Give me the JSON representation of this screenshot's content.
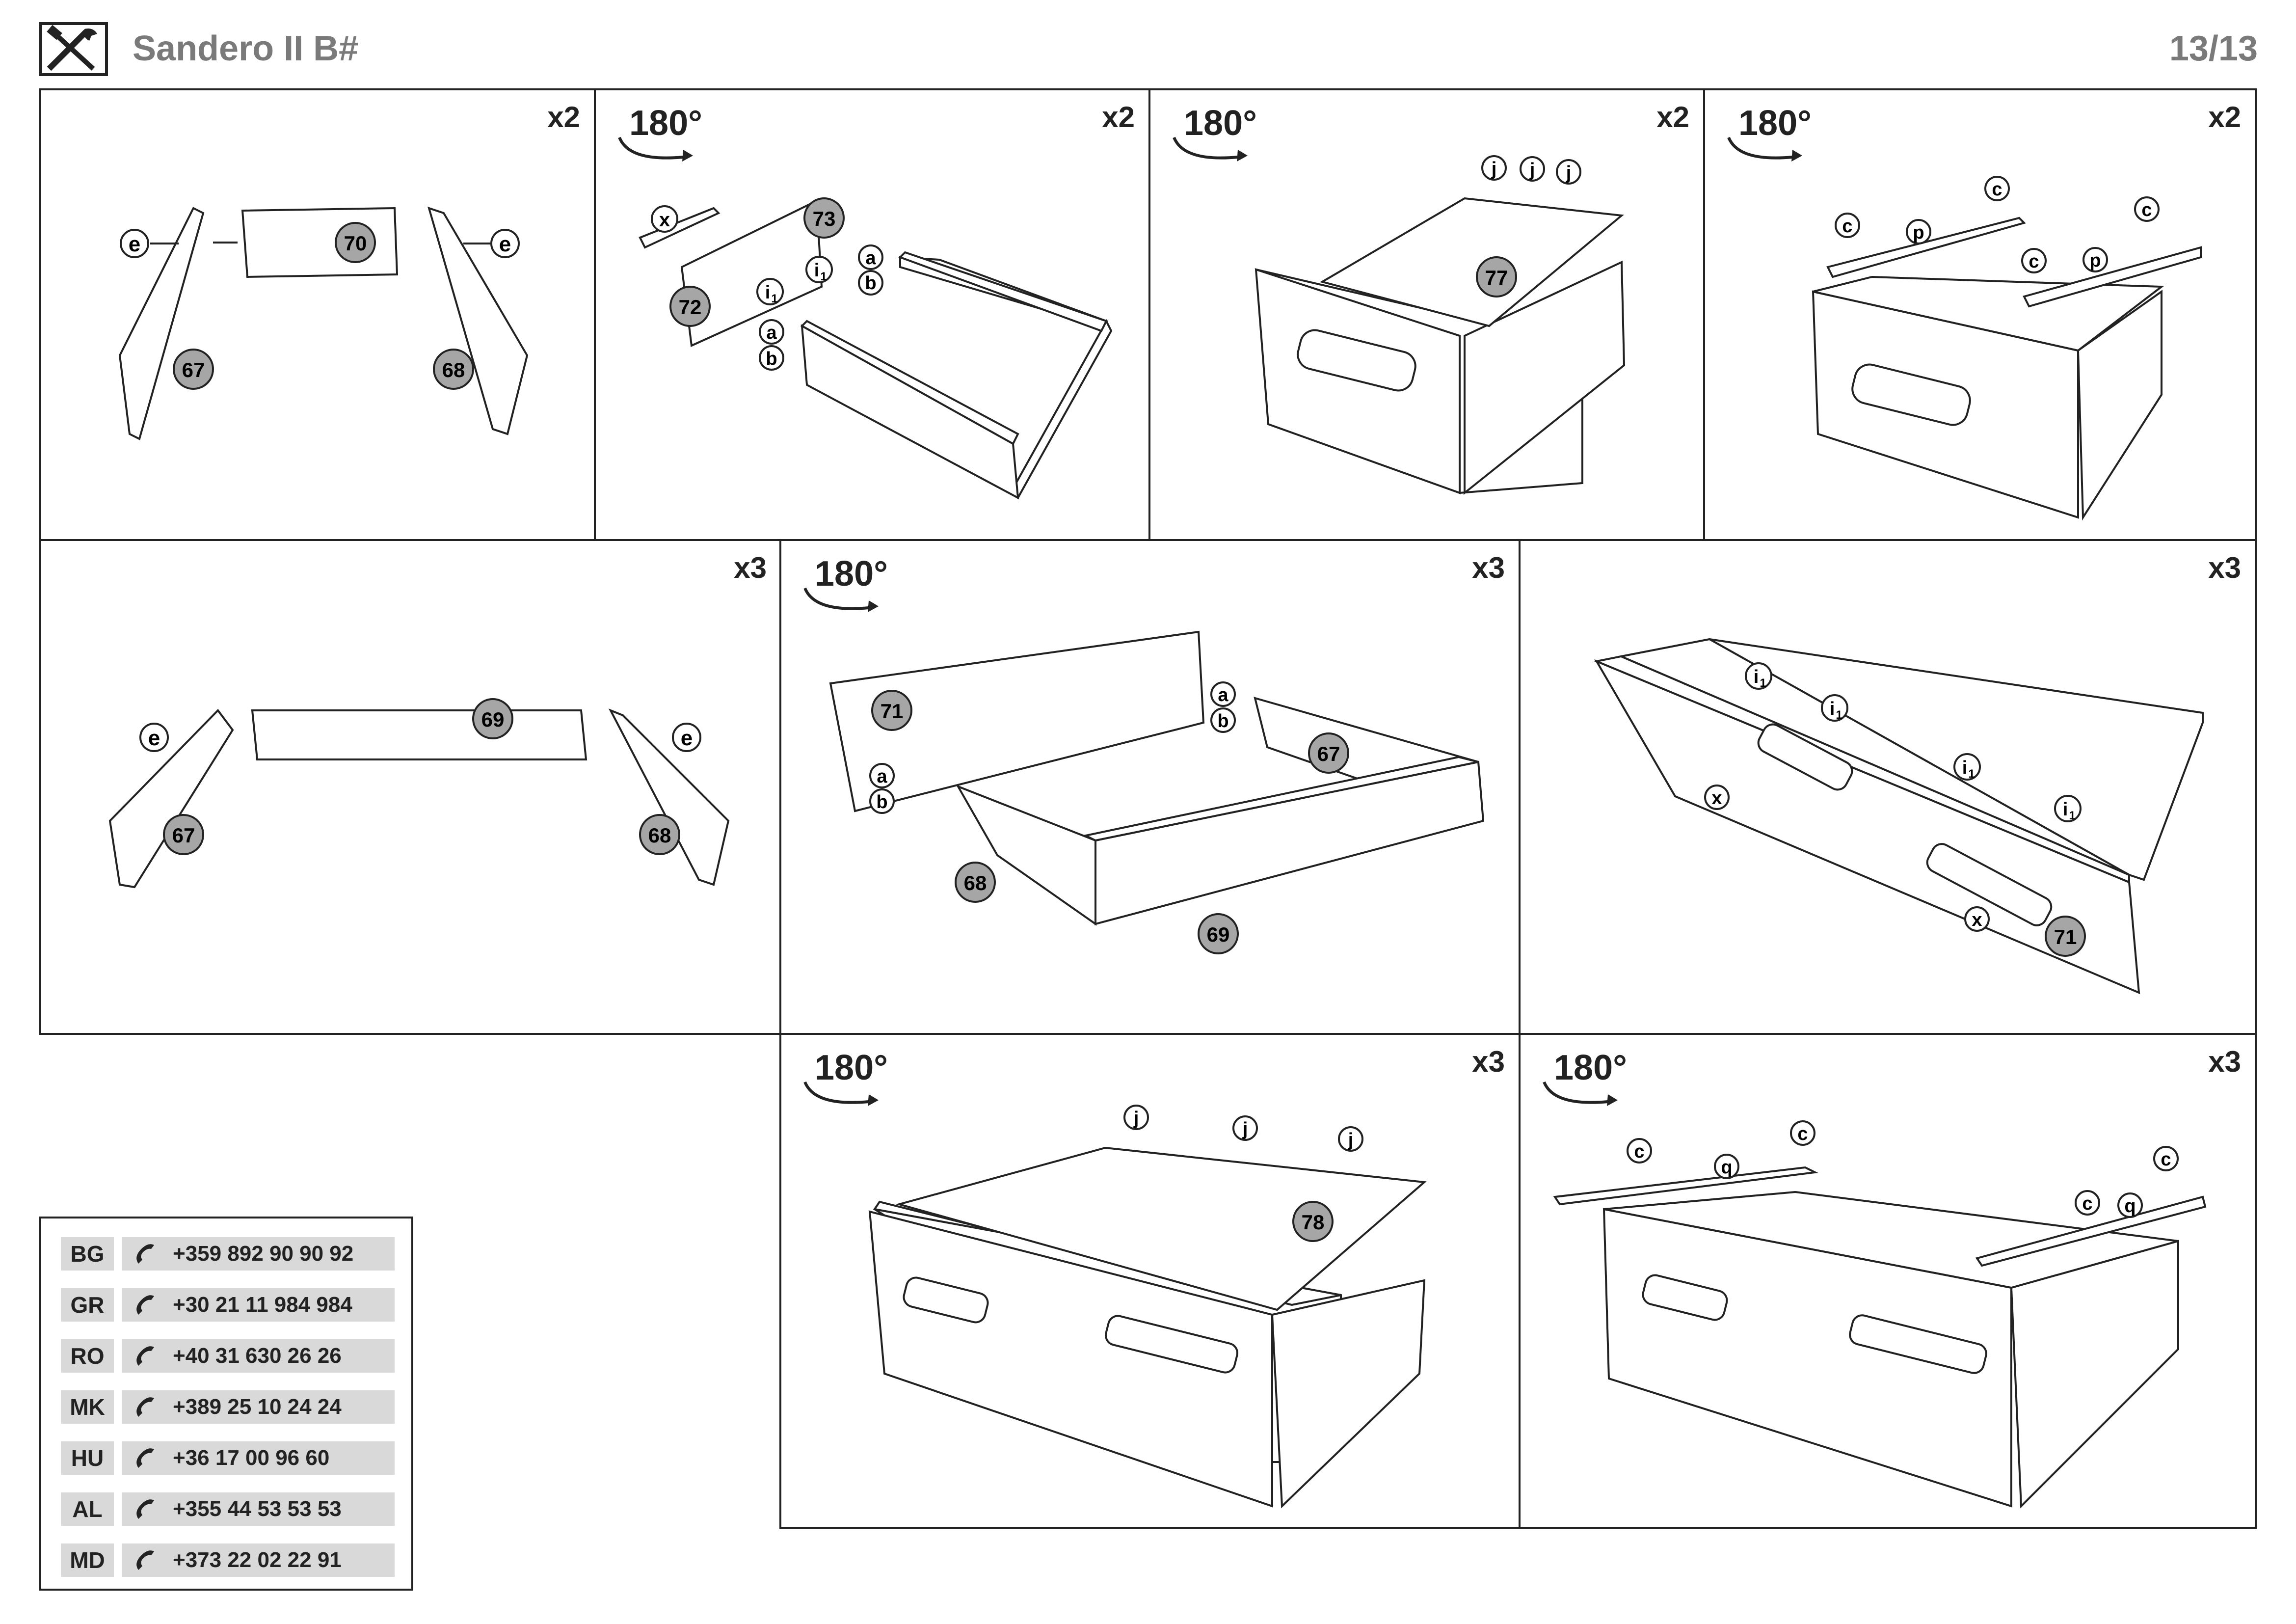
{
  "header": {
    "title": "Sandero II B#",
    "page": "13/13",
    "icon": "tools-icon"
  },
  "panels": [
    {
      "id": "p1",
      "qty": "x2",
      "rotation": ""
    },
    {
      "id": "p2",
      "qty": "x2",
      "rotation": "180°"
    },
    {
      "id": "p3",
      "qty": "x2",
      "rotation": "180°"
    },
    {
      "id": "p4",
      "qty": "x2",
      "rotation": "180°"
    },
    {
      "id": "p5",
      "qty": "x3",
      "rotation": ""
    },
    {
      "id": "p6",
      "qty": "x3",
      "rotation": "180°"
    },
    {
      "id": "p7",
      "qty": "x3",
      "rotation": ""
    },
    {
      "id": "p8",
      "qty": "x3",
      "rotation": "180°"
    },
    {
      "id": "p9",
      "qty": "x3",
      "rotation": "180°"
    }
  ],
  "labels": {
    "parts": {
      "p67": "67",
      "p68": "68",
      "p69": "69",
      "p70": "70",
      "p71": "71",
      "p72": "72",
      "p73": "73",
      "p77": "77",
      "p78": "78"
    },
    "fittings": {
      "a": "a",
      "b": "b",
      "c": "c",
      "e": "e",
      "i": "i",
      "i_sub": "1",
      "j": "j",
      "p": "p",
      "q": "q",
      "x": "x"
    }
  },
  "contacts": [
    {
      "code": "BG",
      "phone": "+359 892 90 90 92"
    },
    {
      "code": "GR",
      "phone": "+30 21 11 984 984"
    },
    {
      "code": "RO",
      "phone": "+40 31 630 26 26"
    },
    {
      "code": "MK",
      "phone": "+389 25 10 24 24"
    },
    {
      "code": "HU",
      "phone": "+36 17 00 96 60"
    },
    {
      "code": "AL",
      "phone": "+355 44 53 53 53"
    },
    {
      "code": "MD",
      "phone": "+373 22 02 22 91"
    }
  ],
  "colors": {
    "part_badge": "#a6a6a6",
    "contact_bg": "#d9d9d9",
    "header_text": "#7a7a7a"
  }
}
